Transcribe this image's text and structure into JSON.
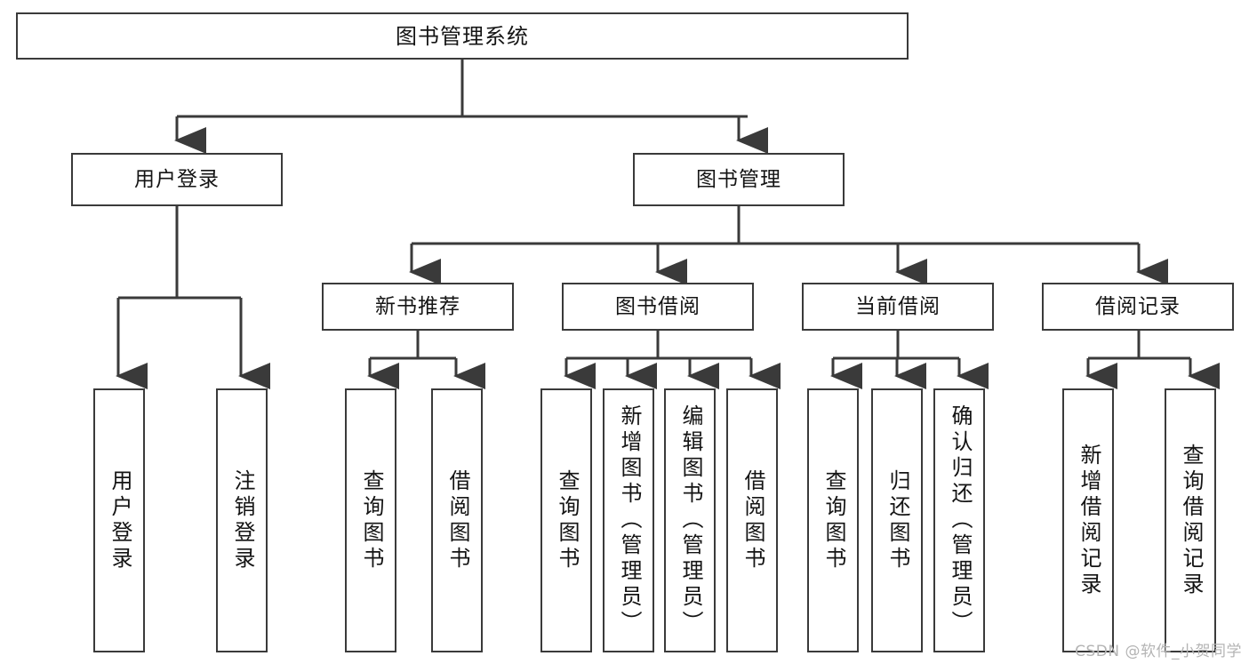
{
  "diagram": {
    "title": "图书管理系统",
    "root": {
      "label": "图书管理系统"
    },
    "level2": [
      {
        "label": "用户登录"
      },
      {
        "label": "图书管理"
      }
    ],
    "level3": [
      {
        "label": "新书推荐"
      },
      {
        "label": "图书借阅"
      },
      {
        "label": "当前借阅"
      },
      {
        "label": "借阅记录"
      }
    ],
    "leaves": [
      {
        "label": "用户登录"
      },
      {
        "label": "注销登录"
      },
      {
        "label": "查询图书"
      },
      {
        "label": "借阅图书"
      },
      {
        "label": "查询图书"
      },
      {
        "label": "新增图书（管理员）"
      },
      {
        "label": "编辑图书（管理员）"
      },
      {
        "label": "借阅图书"
      },
      {
        "label": "查询图书"
      },
      {
        "label": "归还图书"
      },
      {
        "label": "确认归还（管理员）"
      },
      {
        "label": "新增借阅记录"
      },
      {
        "label": "查询借阅记录"
      }
    ],
    "colors": {
      "stroke": "#3a3a3a",
      "fill": "#ffffff",
      "text": "#141414",
      "watermark": "#b4b4b4"
    }
  },
  "watermark": {
    "text": "CSDN @软件_小贺同学"
  }
}
